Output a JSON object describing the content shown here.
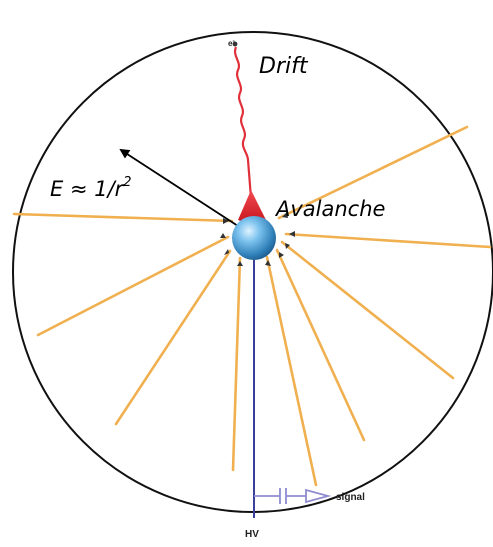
{
  "labels": {
    "drift": "Drift",
    "field_main": "E ≈ 1/r",
    "field_exp": "2",
    "avalanche": "Avalanche",
    "electron_main": "e",
    "electron_exp": "-",
    "signal": "signal",
    "hv": "HV"
  },
  "colors": {
    "chamber_wall": "#111111",
    "field_lines": "#f0b050",
    "drift_path": "#e0303a",
    "avalanche_cone": "#d81f2a",
    "anode_wire": "#3a3f9c",
    "readout": "#8f8cd0",
    "anode_sphere": "#3d95cf"
  }
}
